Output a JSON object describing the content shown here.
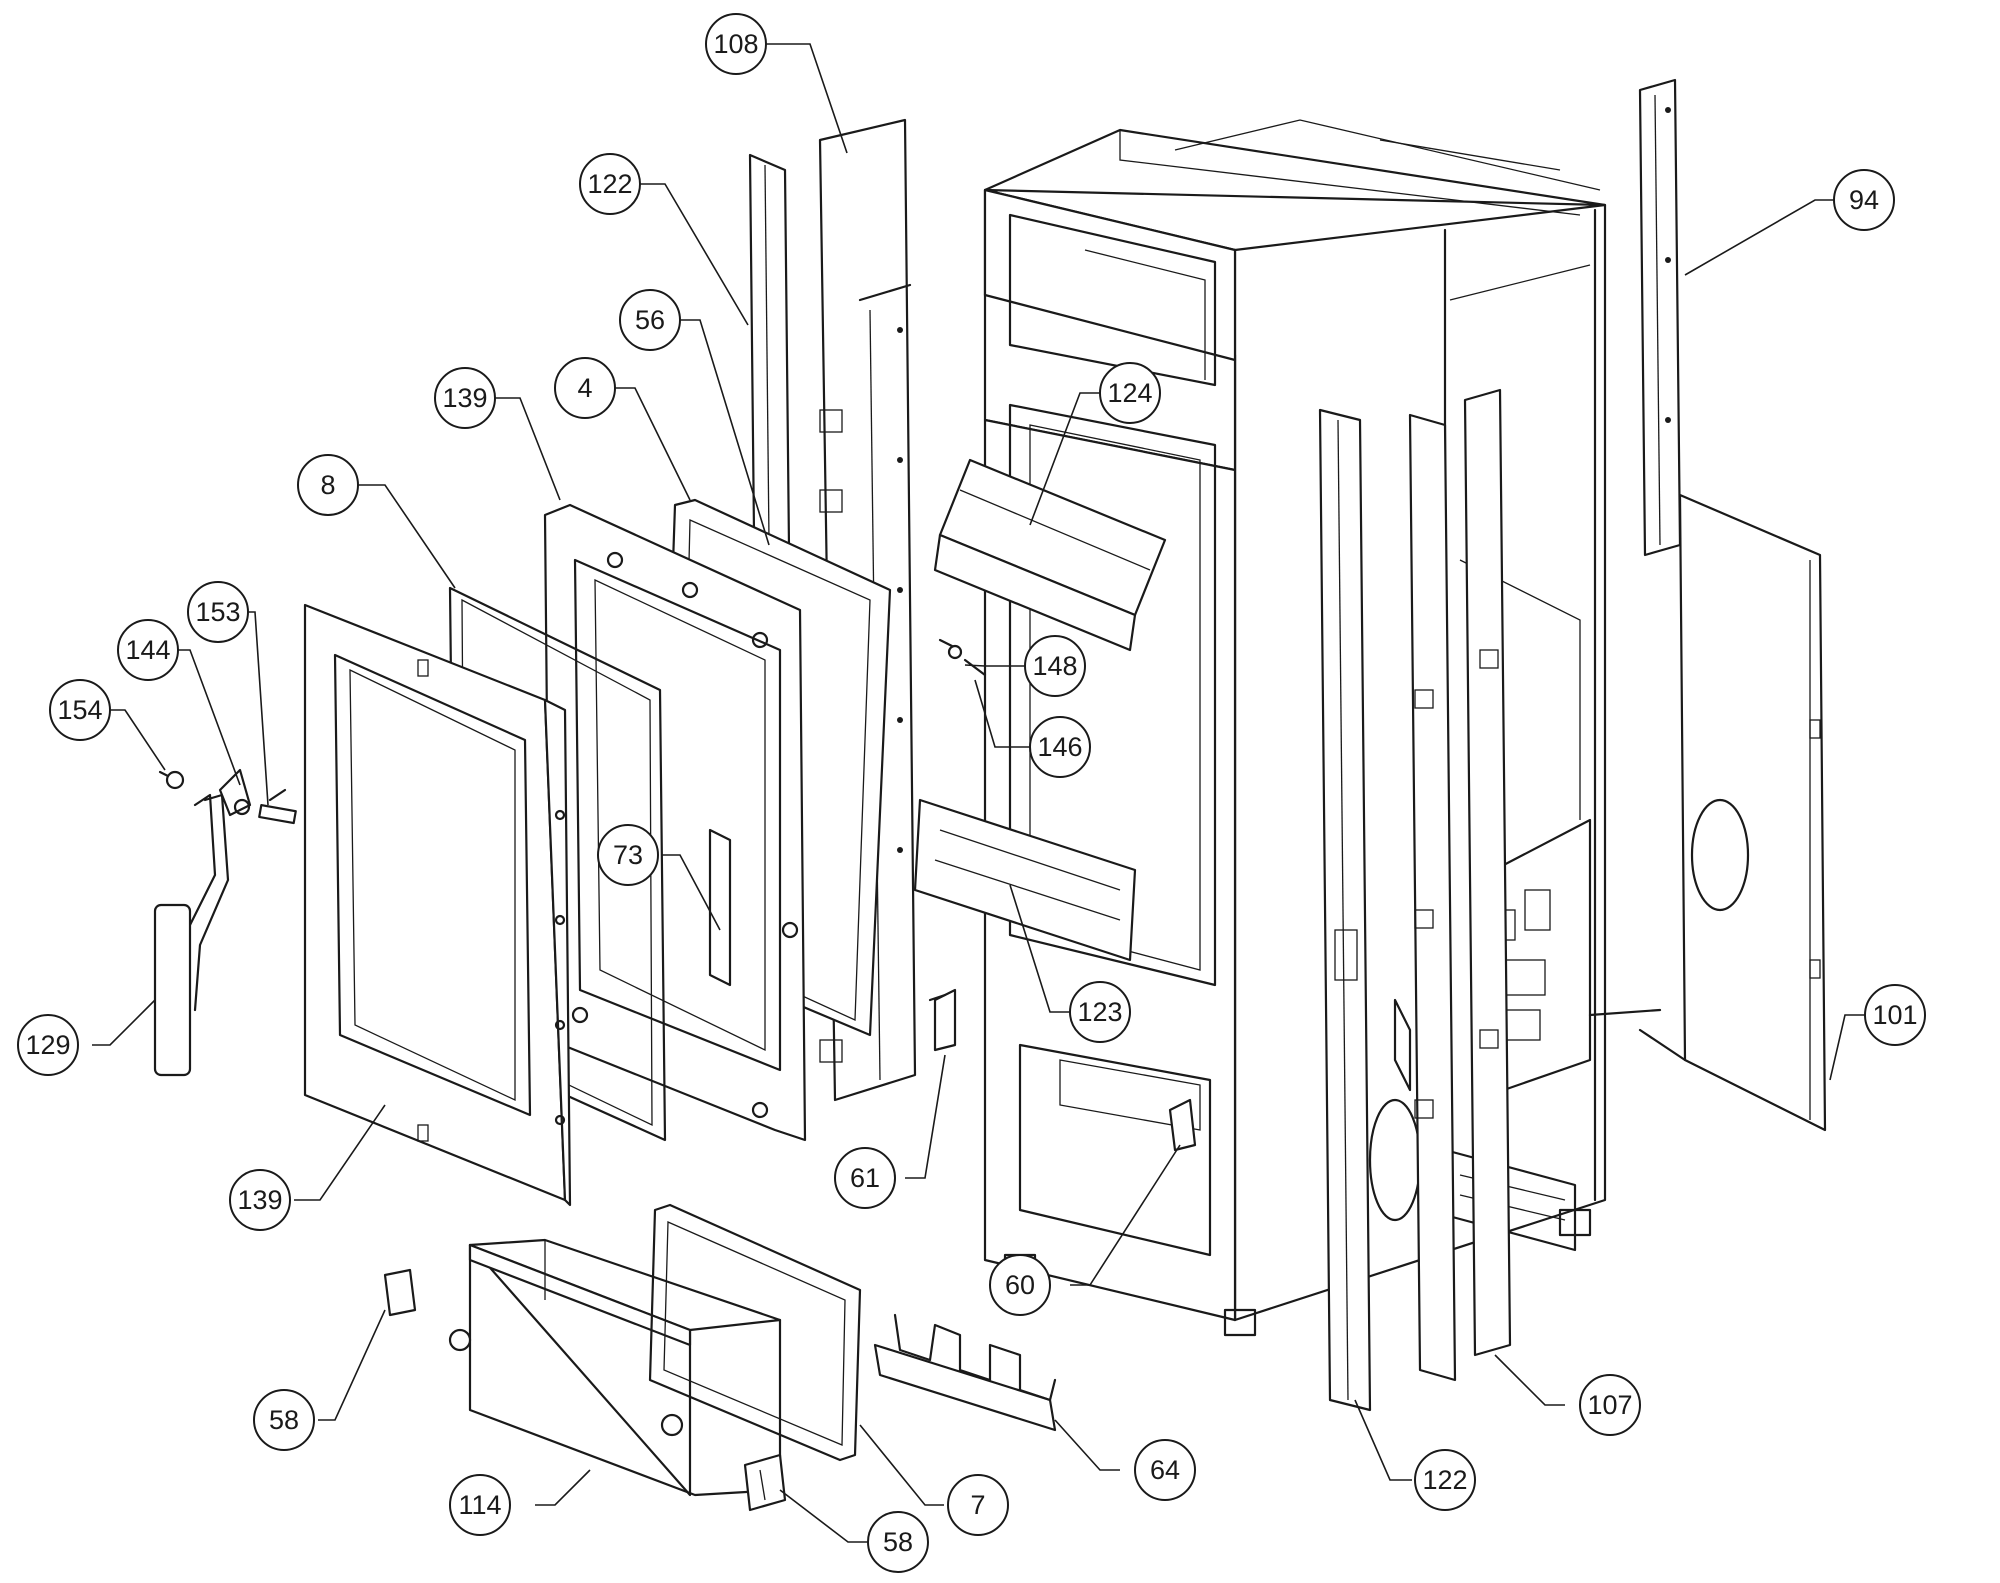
{
  "callouts": [
    {
      "id": "c108a",
      "label": "108"
    },
    {
      "id": "c122a",
      "label": "122"
    },
    {
      "id": "c56",
      "label": "56"
    },
    {
      "id": "c139a",
      "label": "139"
    },
    {
      "id": "c4",
      "label": "4"
    },
    {
      "id": "c8",
      "label": "8"
    },
    {
      "id": "c153",
      "label": "153"
    },
    {
      "id": "c144",
      "label": "144"
    },
    {
      "id": "c154",
      "label": "154"
    },
    {
      "id": "c124",
      "label": "124"
    },
    {
      "id": "c148",
      "label": "148"
    },
    {
      "id": "c146",
      "label": "146"
    },
    {
      "id": "c73",
      "label": "73"
    },
    {
      "id": "c123",
      "label": "123"
    },
    {
      "id": "c94",
      "label": "94"
    },
    {
      "id": "c101",
      "label": "101"
    },
    {
      "id": "c129",
      "label": "129"
    },
    {
      "id": "c139b",
      "label": "139"
    },
    {
      "id": "c61",
      "label": "61"
    },
    {
      "id": "c60",
      "label": "60"
    },
    {
      "id": "c107",
      "label": "107"
    },
    {
      "id": "c58a",
      "label": "58"
    },
    {
      "id": "c114",
      "label": "114"
    },
    {
      "id": "c7",
      "label": "7"
    },
    {
      "id": "c64",
      "label": "64"
    },
    {
      "id": "c122b",
      "label": "122"
    },
    {
      "id": "c58b",
      "label": "58"
    }
  ]
}
